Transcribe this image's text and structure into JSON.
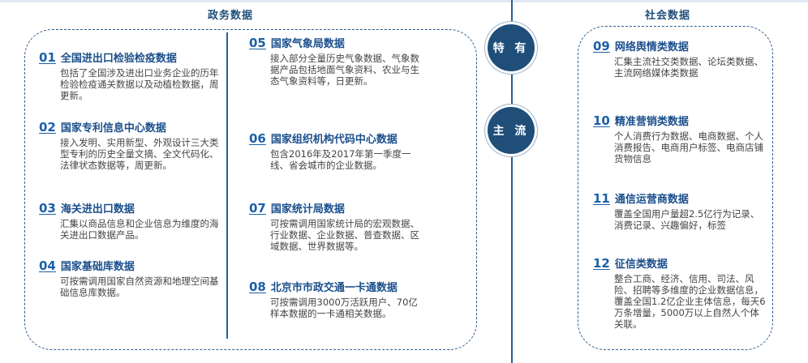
{
  "headings": {
    "gov": "政务数据",
    "social": "社会数据"
  },
  "badges": {
    "special": "特 有",
    "main": "主 流"
  },
  "gov_items": [
    {
      "num": "01",
      "title": "全国进出口检验检疫数据",
      "desc": "包括了全国涉及进出口业务企业的历年检验检疫通关数据以及动植检数据，周更新。"
    },
    {
      "num": "02",
      "title": "国家专利信息中心数据",
      "desc": "接入发明、实用新型、外观设计三大类型专利的历史全量文摘、全文代码化、法律状态数据等，周更新。"
    },
    {
      "num": "03",
      "title": "海关进出口数据",
      "desc": "汇集以商品信息和企业信息为维度的海关进出口数据产品。"
    },
    {
      "num": "04",
      "title": "国家基础库数据",
      "desc": "可按需调用国家自然资源和地理空间基础信息库数据。"
    },
    {
      "num": "05",
      "title": "国家气象局数据",
      "desc": "接入部分全量历史气象数据、气象数据产品包括地面气象资料、农业与生态气象资料等，日更新。"
    },
    {
      "num": "06",
      "title": "国家组织机构代码中心数据",
      "desc": "包含2016年及2017年第一季度一线、省会城市的企业数据。"
    },
    {
      "num": "07",
      "title": "国家统计局数据",
      "desc": "可按需调用国家统计局的宏观数据、行业数据、企业数据、普查数据、区域数据、世界数据等。"
    },
    {
      "num": "08",
      "title": "北京市市政交通一卡通数据",
      "desc": "可按需调用3000万活跃用户、70亿样本数据的一卡通相关数据。"
    }
  ],
  "social_items": [
    {
      "num": "09",
      "title": "网络舆情类数据",
      "desc": "汇集主流社交类数据、论坛类数据、主流网络媒体类数据"
    },
    {
      "num": "10",
      "title": "精准营销类数据",
      "desc": "个人消费行为数据、电商数据、个人消费报告、电商用户标签、电商店铺货物信息"
    },
    {
      "num": "11",
      "title": "通信运营商数据",
      "desc": "覆盖全国用户量超2.5亿行为记录、消费记录、兴趣偏好，标签"
    },
    {
      "num": "12",
      "title": "征信类数据",
      "desc": "整合工商、经济、信用、司法、风险、招聘等多维度的企业数据信息，覆盖全国1.2亿企业主体信息，每天6万条增量，5000万以上自然人个体关联。"
    }
  ]
}
